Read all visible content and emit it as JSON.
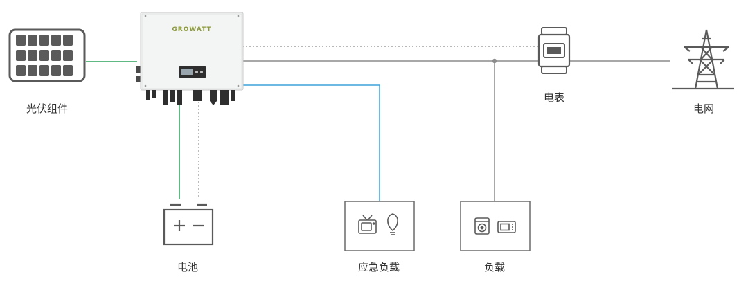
{
  "brand": "GROWATT",
  "labels": {
    "pv": "光伏组件",
    "meter": "电表",
    "grid": "电网",
    "battery": "电池",
    "emergency_load": "应急负载",
    "load": "负载"
  },
  "colors": {
    "dc_line": "#2ca05a",
    "eps_line": "#3ba3dc",
    "ac_line": "#8c8c8c",
    "comm_line": "#8c8c8c",
    "stroke": "#5a5a5a",
    "brand": "#8c9a3a"
  },
  "icons": {
    "pv": "solar-panel-icon",
    "inverter": "inverter-icon",
    "meter": "smart-meter-icon",
    "grid": "transmission-tower-icon",
    "battery": "battery-icon",
    "emergency_load": "tv-and-bulb-icon",
    "load": "washer-and-microwave-icon"
  }
}
